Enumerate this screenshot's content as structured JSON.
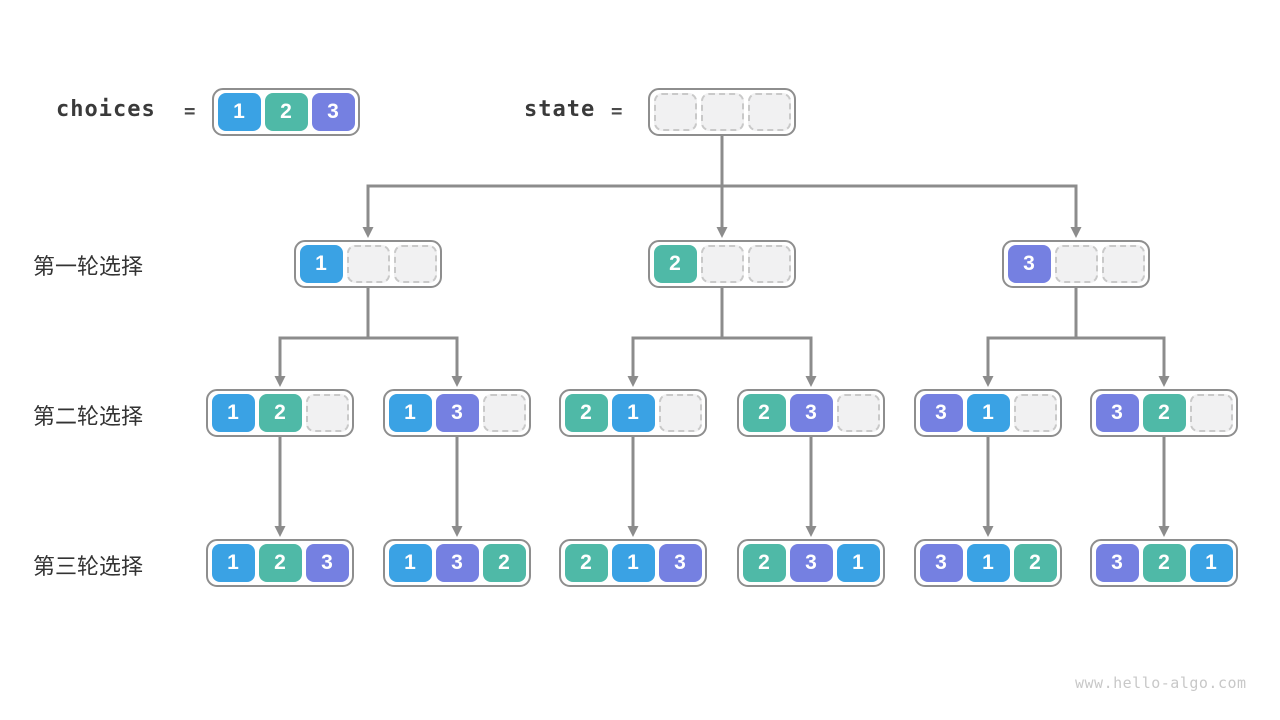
{
  "watermark": "www.hello-algo.com",
  "palette": {
    "1": "#3aa2e4",
    "2": "#4fb9a7",
    "3": "#7580e1"
  },
  "diagram_colors": {
    "arrow": "#8c8c8c",
    "node_border": "#8e8e8e",
    "empty_cell_fill": "#f1f1f2",
    "empty_cell_border": "#c9c9c9",
    "label_text": "#333333"
  },
  "header": {
    "choices_label": "choices",
    "equals": "=",
    "choices_values": [
      1,
      2,
      3
    ],
    "state_label": "state",
    "state_values": [
      null,
      null,
      null
    ]
  },
  "rounds": [
    {
      "label": "第一轮选择",
      "nodes": [
        [
          1,
          null,
          null
        ],
        [
          2,
          null,
          null
        ],
        [
          3,
          null,
          null
        ]
      ]
    },
    {
      "label": "第二轮选择",
      "nodes": [
        [
          1,
          2,
          null
        ],
        [
          1,
          3,
          null
        ],
        [
          2,
          1,
          null
        ],
        [
          2,
          3,
          null
        ],
        [
          3,
          1,
          null
        ],
        [
          3,
          2,
          null
        ]
      ]
    },
    {
      "label": "第三轮选择",
      "nodes": [
        [
          1,
          2,
          3
        ],
        [
          1,
          3,
          2
        ],
        [
          2,
          1,
          3
        ],
        [
          2,
          3,
          1
        ],
        [
          3,
          1,
          2
        ],
        [
          3,
          2,
          1
        ]
      ]
    }
  ]
}
